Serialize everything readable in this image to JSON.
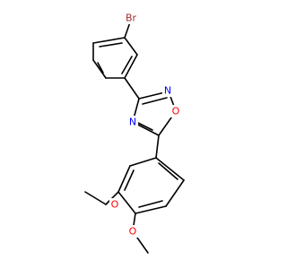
{
  "colors": {
    "background": "#ffffff",
    "bond": "#000000",
    "bromine": "#a52a2a",
    "nitrogen": "#0000ff",
    "oxygen": "#ff0000"
  },
  "molecule": {
    "atoms": {
      "br": "Br",
      "n_upper": "N",
      "n_lower": "N",
      "o_ring": "O",
      "o_methoxy_1": "O",
      "o_methoxy_2": "O"
    }
  }
}
